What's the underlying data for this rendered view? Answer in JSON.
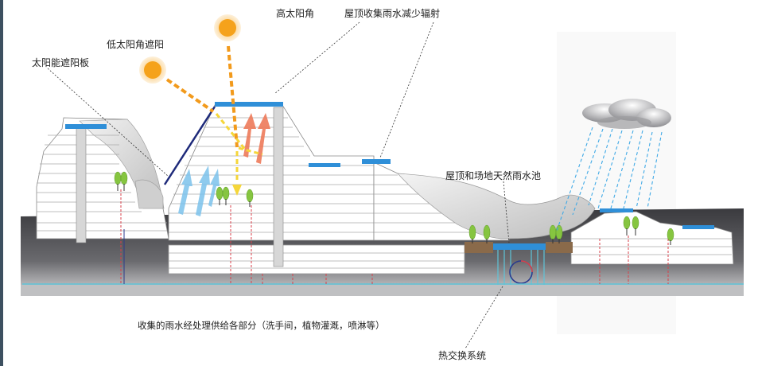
{
  "labels": {
    "high_sun": "高太阳角",
    "low_sun": "低太阳角遮阳",
    "solar_panel": "太阳能遮阳板",
    "roof_rain": "屋顶收集雨水减少辐射",
    "rain_pool": "屋顶和场地天然雨水池",
    "water_use": "收集的雨水经处理供给各部分（洗手间，植物灌溉，喷淋等）",
    "heat_exchange": "热交换系统"
  },
  "colors": {
    "ground": "#4a4a4e",
    "building": "#ffffff",
    "slab": "#9a9a9a",
    "roof_blue": "#2f8fd8",
    "sun": "#f5a21b",
    "sun_glow": "#fbe3b3",
    "ray": "#f29a1c",
    "warm_arrow": "#ee7b5a",
    "cool_arrow": "#7cc2ec",
    "rain": "#3fa9e6",
    "tree": "#86c540",
    "pipe_red": "#d8414b",
    "pipe_cyan": "#5ec4d8",
    "cloud": "#9c9ca0",
    "soil": "#8a6a4a"
  }
}
